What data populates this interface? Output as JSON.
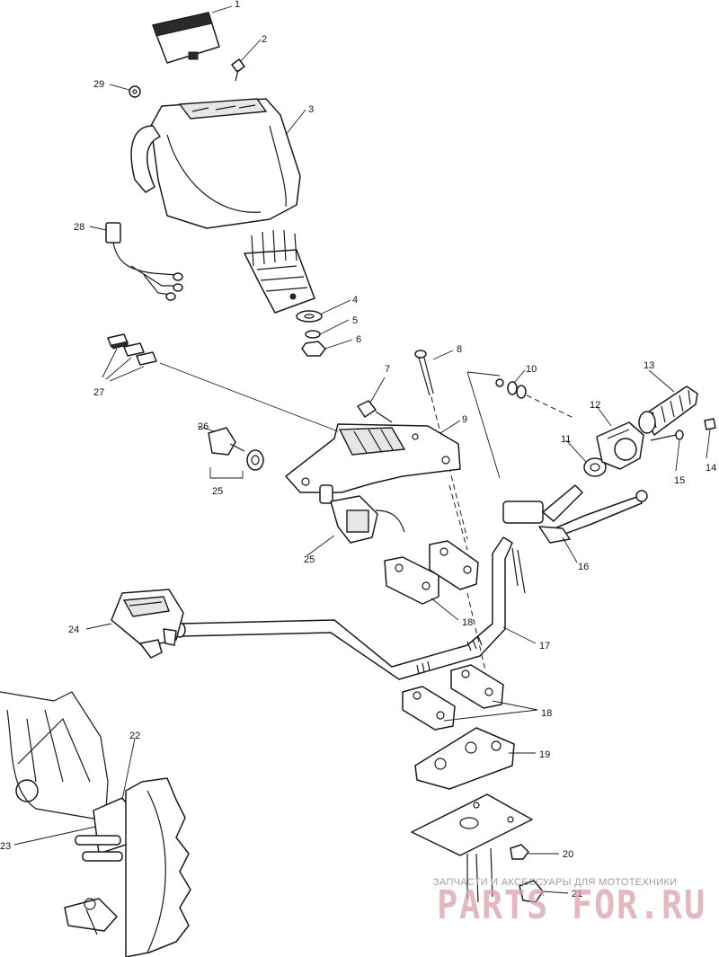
{
  "callouts": {
    "c1": "1",
    "c2": "2",
    "c3": "3",
    "c4": "4",
    "c5": "5",
    "c6": "6",
    "c7": "7",
    "c8": "8",
    "c9": "9",
    "c10": "10",
    "c11": "11",
    "c12": "12",
    "c13": "13",
    "c14": "14",
    "c15": "15",
    "c16": "16",
    "c17": "17",
    "c18a": "18",
    "c18b": "18",
    "c19": "19",
    "c20": "20",
    "c21": "21",
    "c22": "22",
    "c23": "23",
    "c24": "24",
    "c25a": "25",
    "c25b": "25",
    "c26": "26",
    "c27": "27",
    "c28": "28",
    "c29": "29"
  },
  "watermark": {
    "tagline": "ЗАПЧАСТИ И АКСЕССУАРЫ ДЛЯ МОТОТЕХНИКИ",
    "logo_text": "PARTS FOR.RU"
  }
}
